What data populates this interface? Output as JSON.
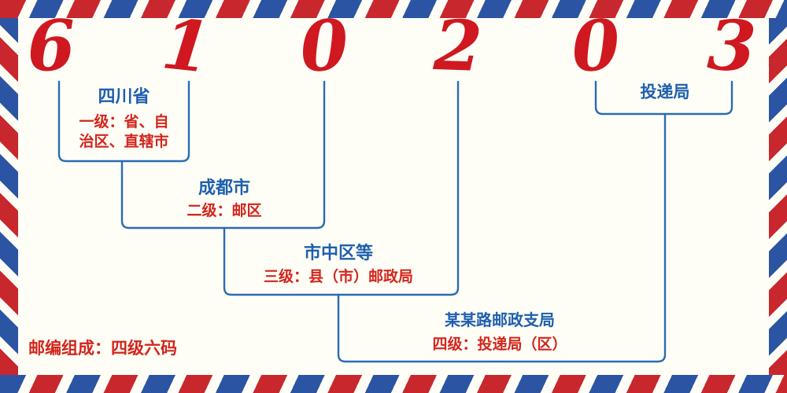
{
  "postal_code": {
    "digits": [
      "6",
      "1",
      "0",
      "2",
      "0",
      "3"
    ]
  },
  "levels": [
    {
      "name": "四川省",
      "desc_line1": "一级：省、自",
      "desc_line2": "治区、直辖市"
    },
    {
      "name": "成都市",
      "desc": "二级：邮区"
    },
    {
      "name": "市中区等",
      "desc": "三级：县（市）邮政局"
    },
    {
      "name": "某某路邮政支局",
      "desc": "四级：投递局（区）"
    }
  ],
  "delivery_label": "投递局",
  "footer_note": "邮编组成：四级六码",
  "colors": {
    "page_bg": "#fffef6",
    "digit_red": "#cf1820",
    "label_blue": "#1e5fae",
    "label_red": "#d2251c",
    "line_blue": "#2a6ab4",
    "stripe_red": "#c8272e",
    "stripe_blue": "#2b55a3"
  }
}
